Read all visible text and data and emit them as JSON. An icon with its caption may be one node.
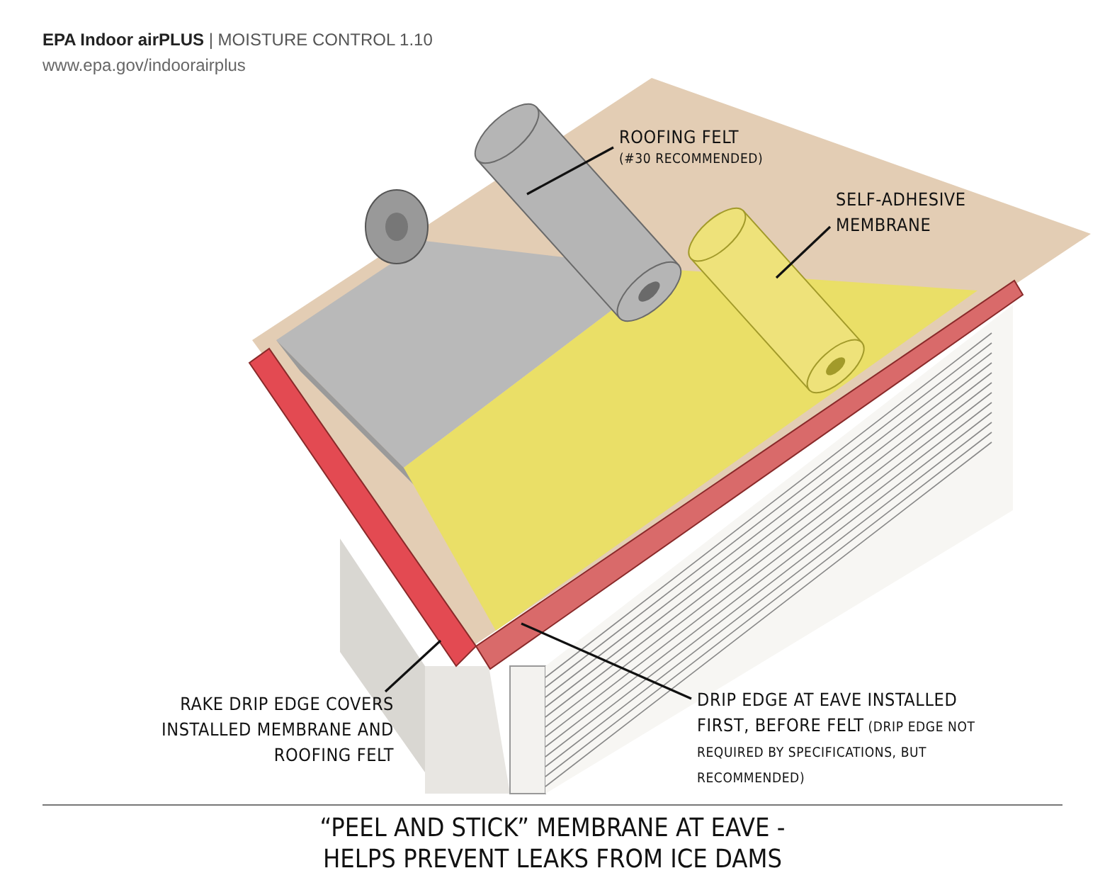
{
  "diagram": {
    "title": "**EPA Indoor airPLUS** | MOISTURE CONTROL 1.10",
    "caption": "“PEEL AND STICK” MEMBRANE AT EAVE - HELPS PREVENT LEAKS FROM ICE DAMS",
    "nodes": [
      {
        "text": [
          "ROOFING FELT",
          "(#30 RECOMMENDED)"
        ]
      },
      {
        "text": [],
        "shape": "cylinder"
      },
      {
        "text": [
          "SELF-ADHESIVE MEMBRANE"
        ]
      },
      {
        "text": [],
        "shape": "cylinder"
      },
      {
        "text": [
          "RAKE DRIP EDGE COVERS INSTALLED MEMBRANE AND ROOFING FELT"
        ]
      },
      {
        "text": [],
        "shape": "bar"
      },
      {
        "text": [
          "DRIP EDGE AT EAVE INSTALLED FIRST, BEFORE FELT",
          "(DRIP EDGE NOT REQUIRED BY SPECIFICATIONS, BUT RECOMMENDED)"
        ]
      },
      {
        "text": [],
        "shape": "bar"
      }
    ],
    "edges": [
      {
        "from": 0,
        "to": 1,
        "arrow": "none"
      },
      {
        "from": 2,
        "to": 3,
        "arrow": "none"
      },
      {
        "from": 4,
        "to": 5,
        "arrow": "none"
      },
      {
        "from": 6,
        "to": 7,
        "arrow": "none"
      }
    ],
    "labels": [
      "www.epa.gov/indoorairplus"
    ]
  }
}
